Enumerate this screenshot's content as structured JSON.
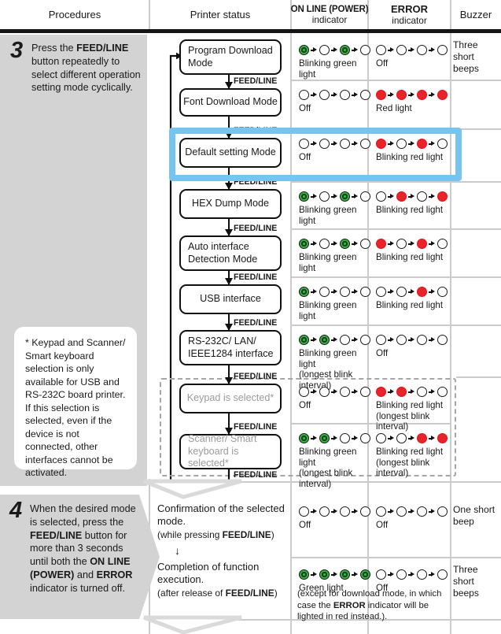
{
  "colors": {
    "highlight_blue": "#76c5ee",
    "led_green": "#3caf46",
    "led_red": "#e8232a",
    "cell_gray": "#d3d3d3",
    "grid_gray": "#cbcbcb"
  },
  "header": {
    "procedures": "Procedures",
    "printer_status": "Printer status",
    "online_top": "ON LINE (POWER)",
    "online_bottom": "indicator",
    "error_top": "ERROR",
    "error_bottom": "indicator",
    "buzzer": "Buzzer"
  },
  "step3": {
    "number": "3",
    "text": [
      [
        "Press the ",
        0
      ],
      [
        "FEED/LINE",
        1
      ],
      [
        " button repeatedly to select different operation setting mode cyclically.",
        0
      ]
    ],
    "note": "* Keypad and Scanner/ Smart keyboard selection is only available for USB and RS-232C board printer. If this selection is selected, even if the device is not connected, other interfaces cannot be activated."
  },
  "flow": {
    "feed_label": "FEED/LINE",
    "modes": [
      {
        "lines": [
          "Program Download",
          "Mode"
        ],
        "gray": false
      },
      {
        "lines": [
          "Font Download Mode"
        ],
        "gray": false
      },
      {
        "lines": [
          "Default setting Mode"
        ],
        "gray": false
      },
      {
        "lines": [
          "HEX Dump Mode"
        ],
        "gray": false
      },
      {
        "lines": [
          "Auto interface",
          "Detection Mode"
        ],
        "gray": false
      },
      {
        "lines": [
          "USB interface"
        ],
        "gray": false
      },
      {
        "lines": [
          "RS-232C/ LAN/",
          "IEEE1284 interface"
        ],
        "gray": false
      },
      {
        "lines": [
          "Keypad is selected*"
        ],
        "gray": true
      },
      {
        "lines": [
          "Scanner/ Smart",
          "keyboard is selected*"
        ],
        "gray": true
      }
    ]
  },
  "rows": [
    {
      "online": {
        "pattern": [
          "green",
          "off",
          "green",
          "off"
        ],
        "caption": [
          "Blinking green light"
        ]
      },
      "error": {
        "pattern": [
          "off",
          "off",
          "off",
          "off"
        ],
        "caption": [
          "Off"
        ]
      },
      "buzzer": "Three short beeps"
    },
    {
      "online": {
        "pattern": [
          "off",
          "off",
          "off",
          "off"
        ],
        "caption": [
          "Off"
        ]
      },
      "error": {
        "pattern": [
          "red",
          "red",
          "red",
          "red"
        ],
        "caption": [
          "Red light"
        ]
      },
      "buzzer": ""
    },
    {
      "online": {
        "pattern": [
          "off",
          "off",
          "off",
          "off"
        ],
        "caption": [
          "Off"
        ]
      },
      "error": {
        "pattern": [
          "red",
          "off",
          "red",
          "off"
        ],
        "caption": [
          "Blinking red light"
        ]
      },
      "buzzer": ""
    },
    {
      "online": {
        "pattern": [
          "green",
          "off",
          "green",
          "off"
        ],
        "caption": [
          "Blinking green light"
        ]
      },
      "error": {
        "pattern": [
          "off",
          "red",
          "off",
          "red"
        ],
        "caption": [
          "Blinking red light"
        ]
      },
      "buzzer": ""
    },
    {
      "online": {
        "pattern": [
          "green",
          "off",
          "green",
          "off"
        ],
        "caption": [
          "Blinking green light"
        ]
      },
      "error": {
        "pattern": [
          "red",
          "off",
          "red",
          "off"
        ],
        "caption": [
          "Blinking red light"
        ]
      },
      "buzzer": ""
    },
    {
      "online": {
        "pattern": [
          "green",
          "off",
          "off",
          "off"
        ],
        "caption": [
          "Blinking green light"
        ]
      },
      "error": {
        "pattern": [
          "off",
          "off",
          "red",
          "off"
        ],
        "caption": [
          "Blinking red light"
        ]
      },
      "buzzer": ""
    },
    {
      "online": {
        "pattern": [
          "green",
          "green",
          "off",
          "off"
        ],
        "caption": [
          "Blinking green light",
          "(longest blink interval)"
        ]
      },
      "error": {
        "pattern": [
          "off",
          "off",
          "off",
          "off"
        ],
        "caption": [
          "Off"
        ]
      },
      "buzzer": ""
    },
    {
      "online": {
        "pattern": [
          "off",
          "off",
          "off",
          "off"
        ],
        "caption": [
          "Off"
        ]
      },
      "error": {
        "pattern": [
          "red",
          "red",
          "off",
          "off"
        ],
        "caption": [
          "Blinking red light",
          "(longest blink interval)"
        ]
      },
      "buzzer": ""
    },
    {
      "online": {
        "pattern": [
          "green",
          "green",
          "off",
          "off"
        ],
        "caption": [
          "Blinking green light",
          "(longest blink interval)"
        ]
      },
      "error": {
        "pattern": [
          "off",
          "off",
          "red",
          "red"
        ],
        "caption": [
          "Blinking red light",
          "(longest blink interval)"
        ]
      },
      "buzzer": ""
    }
  ],
  "step4": {
    "number": "4",
    "text": [
      [
        "When the desired mode is selected, press the ",
        0
      ],
      [
        "FEED/LINE",
        1
      ],
      [
        " button for more than 3 seconds until both the ",
        0
      ],
      [
        "ON LINE (POWER)",
        1
      ],
      [
        " and ",
        0
      ],
      [
        "ERROR",
        1
      ],
      [
        " indicator is turned off.",
        0
      ]
    ],
    "confirm_title": "Confirmation of the selected mode.",
    "confirm_sub": [
      [
        "(while pressing ",
        0
      ],
      [
        "FEED/LINE",
        1
      ],
      [
        ")",
        0
      ]
    ],
    "arrow_down": "↓",
    "complete_title": "Completion of function execution.",
    "complete_sub": [
      [
        "(after release of ",
        0
      ],
      [
        "FEED/LINE",
        1
      ],
      [
        ")",
        0
      ]
    ],
    "rowA": {
      "online": {
        "pattern": [
          "off",
          "off",
          "off",
          "off"
        ],
        "caption": [
          "Off"
        ]
      },
      "error": {
        "pattern": [
          "off",
          "off",
          "off",
          "off"
        ],
        "caption": [
          "Off"
        ]
      },
      "buzzer": "One short beep"
    },
    "rowB": {
      "online": {
        "pattern": [
          "green",
          "green",
          "green",
          "green"
        ],
        "caption": [
          "Green light"
        ]
      },
      "error": {
        "pattern": [
          "off",
          "off",
          "off",
          "off"
        ],
        "caption": [
          "Off"
        ]
      },
      "buzzer": "Three short beeps"
    },
    "footnote": [
      [
        "(except for download mode, in which case the ",
        0
      ],
      [
        "ERROR",
        1
      ],
      [
        " indicator will be lighted in red instead.).",
        0
      ]
    ]
  }
}
